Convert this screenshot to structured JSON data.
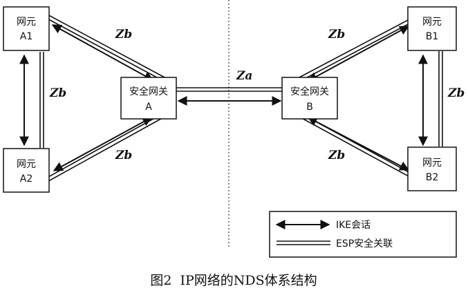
{
  "nodes": {
    "a1": {
      "line1": "网元",
      "line2": "A1"
    },
    "a2": {
      "line1": "网元",
      "line2": "A2"
    },
    "b1": {
      "line1": "网元",
      "line2": "B1"
    },
    "b2": {
      "line1": "网元",
      "line2": "B2"
    },
    "gw_a": {
      "line1": "安全网关",
      "line2": "A"
    },
    "gw_b": {
      "line1": "安全网关",
      "line2": "B"
    }
  },
  "interfaces": {
    "za": "Za",
    "zb_a1_gw": "Zb",
    "zb_a1_a2": "Zb",
    "zb_a2_gw": "Zb",
    "zb_b1_gw": "Zb",
    "zb_b1_b2": "Zb",
    "zb_b2_gw": "Zb"
  },
  "legend": {
    "ike_label": "IKE会话",
    "esp_label": "ESP安全关联"
  },
  "caption": "图2  IP网络的NDS体系结构"
}
